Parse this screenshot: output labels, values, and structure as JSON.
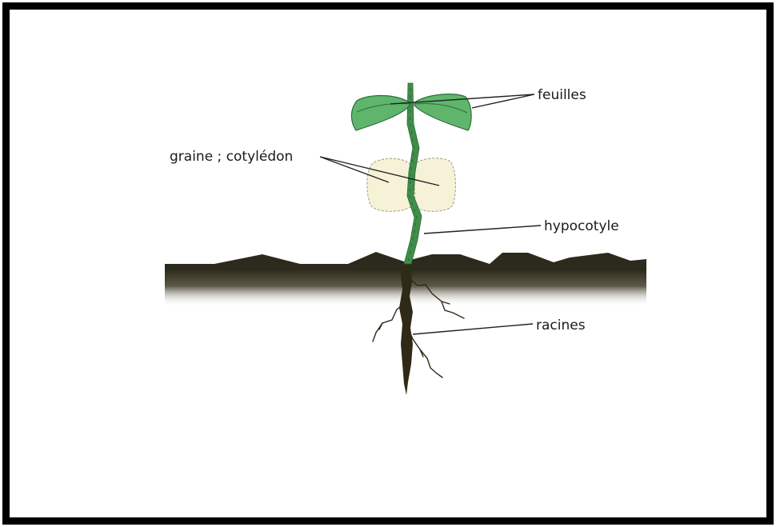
{
  "labels": {
    "leaves": "feuilles",
    "seed_cotyledon": "graine ; cotylédon",
    "hypocotyl": "hypocotyle",
    "roots": "racines"
  },
  "colors": {
    "frame": "#000000",
    "soil": "#2c2a1c",
    "leaf": "#5fb56c",
    "stem": "#3f8f4a",
    "cotyledon": "#f6f2d8",
    "root": "#2f2a16"
  }
}
